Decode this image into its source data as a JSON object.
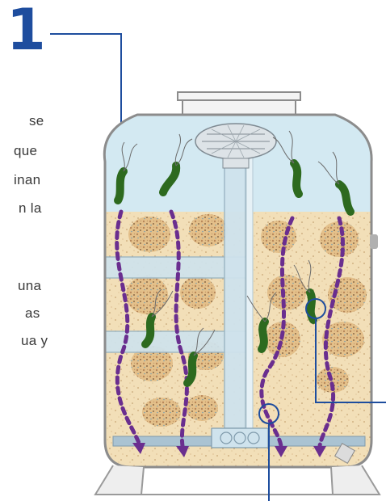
{
  "step": {
    "number": "1"
  },
  "text_fragments": [
    "se",
    "que",
    "inan",
    "n la",
    "una",
    "as",
    "ua y"
  ],
  "colors": {
    "accent_blue": "#1e4d9e",
    "flow_arrow_purple": "#6a2e8f",
    "water": "#d3e9f2",
    "sand_media": "#f2dfb8",
    "bacteria_green": "#2d6a1f",
    "tank_outline": "#8c8c8c"
  }
}
